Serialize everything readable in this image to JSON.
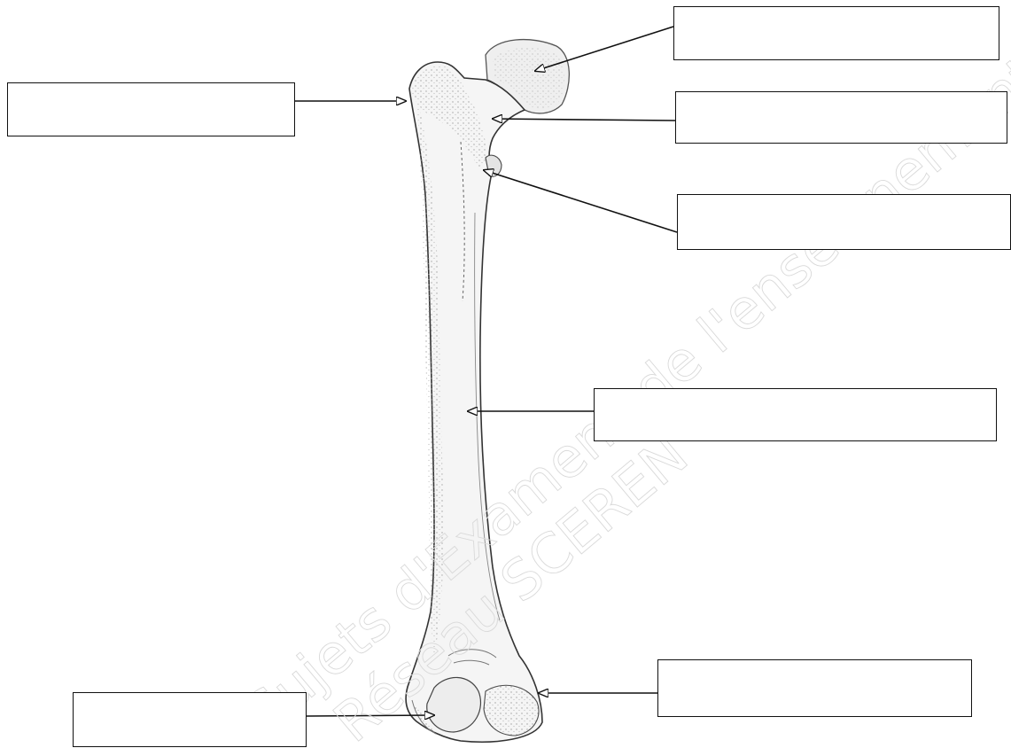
{
  "watermark": {
    "line1": "Sujets d'Examens de l'enseignement professionnel",
    "line2": "Réseau SCEREN"
  },
  "diagram": {
    "labels": [
      {
        "id": "label-greater-trochanter",
        "text": ""
      },
      {
        "id": "label-femoral-head",
        "text": ""
      },
      {
        "id": "label-femoral-neck",
        "text": ""
      },
      {
        "id": "label-lesser-trochanter",
        "text": ""
      },
      {
        "id": "label-diaphysis",
        "text": ""
      },
      {
        "id": "label-lateral-condyle",
        "text": ""
      },
      {
        "id": "label-medial-epicondyle",
        "text": ""
      }
    ]
  },
  "colors": {
    "line": "#111111",
    "bone_fill": "#f3f3f3",
    "bone_shade": "#bdbdbd",
    "watermark": "#d9d9d9"
  }
}
